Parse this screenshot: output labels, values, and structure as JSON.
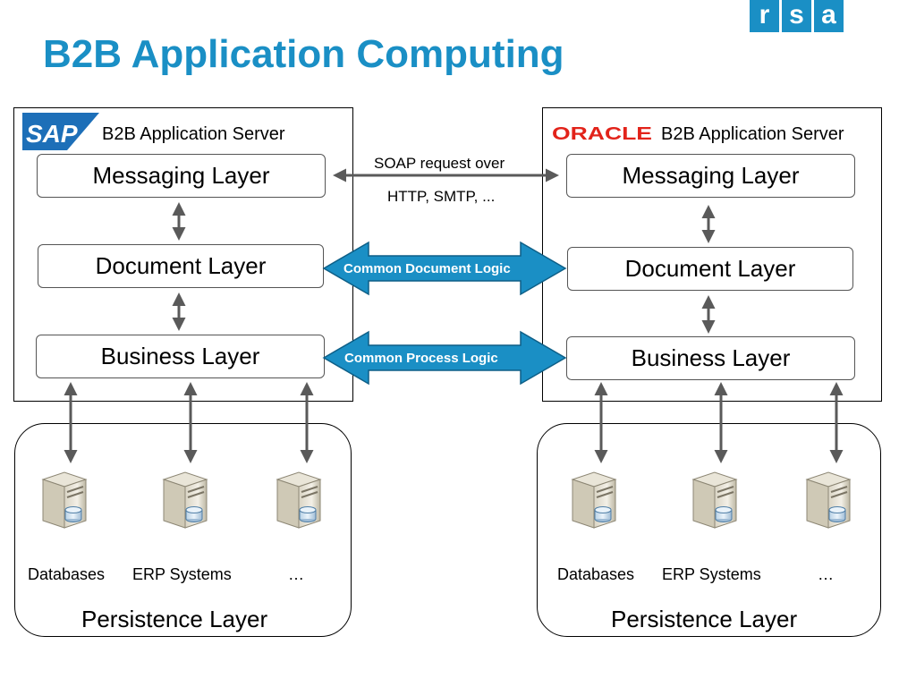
{
  "slide": {
    "title": "B2B Application Computing",
    "brand_logo": [
      "r",
      "s",
      "a"
    ],
    "accent_color": "#1a8fc5"
  },
  "left_server": {
    "logo_text": "SAP",
    "title": "B2B Application Server",
    "layers": [
      "Messaging Layer",
      "Document Layer",
      "Business Layer"
    ]
  },
  "right_server": {
    "logo_text": "ORACLE",
    "title": "B2B Application Server",
    "layers": [
      "Messaging Layer",
      "Document Layer",
      "Business Layer"
    ]
  },
  "connections": {
    "soap_line1": "SOAP request over",
    "soap_line2": "HTTP, SMTP, ...",
    "document_logic": "Common Document Logic",
    "process_logic": "Common Process Logic"
  },
  "left_persistence": {
    "title": "Persistence Layer",
    "systems": [
      "Databases",
      "ERP Systems",
      "…"
    ]
  },
  "right_persistence": {
    "title": "Persistence Layer",
    "systems": [
      "Databases",
      "ERP Systems",
      "…"
    ]
  },
  "colors": {
    "sap_blue": "#1d6fb8",
    "oracle_red": "#e2231a",
    "connector_gray": "#5a5a5a",
    "logic_arrow": "#1a8fc5"
  }
}
